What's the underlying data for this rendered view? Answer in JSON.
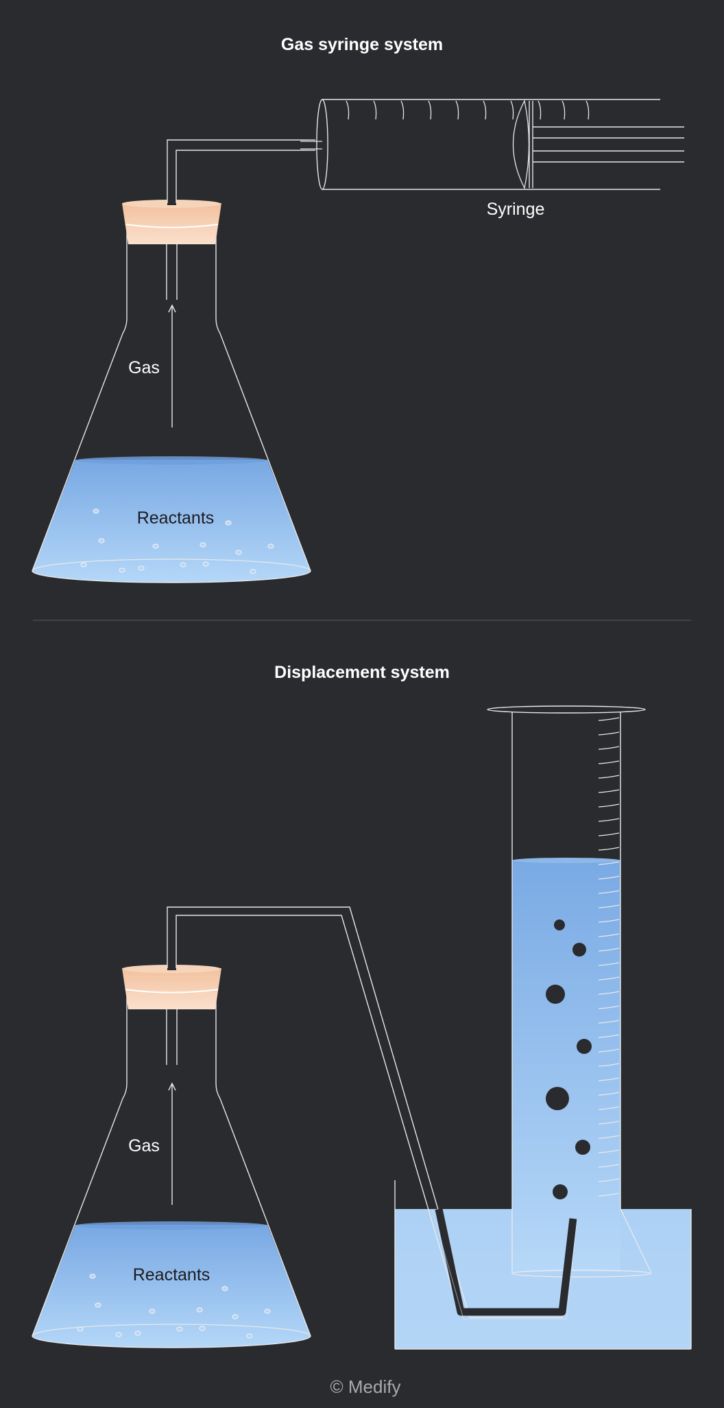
{
  "gas_syringe_system": {
    "title": "Gas syringe system",
    "syringe_label": "Syringe",
    "gas_label": "Gas",
    "reactants_label": "Reactants"
  },
  "displacement_system": {
    "title": "Displacement system",
    "gas_label": "Gas",
    "reactants_label": "Reactants"
  },
  "footer": {
    "copyright": "© Medify"
  },
  "colors": {
    "background": "#2a2b2e",
    "liquid_top": "#7aaae4",
    "liquid_bottom": "#b3d6f7",
    "stopper": "#f4c8aa",
    "glass_outline": "#e8e8ea"
  }
}
